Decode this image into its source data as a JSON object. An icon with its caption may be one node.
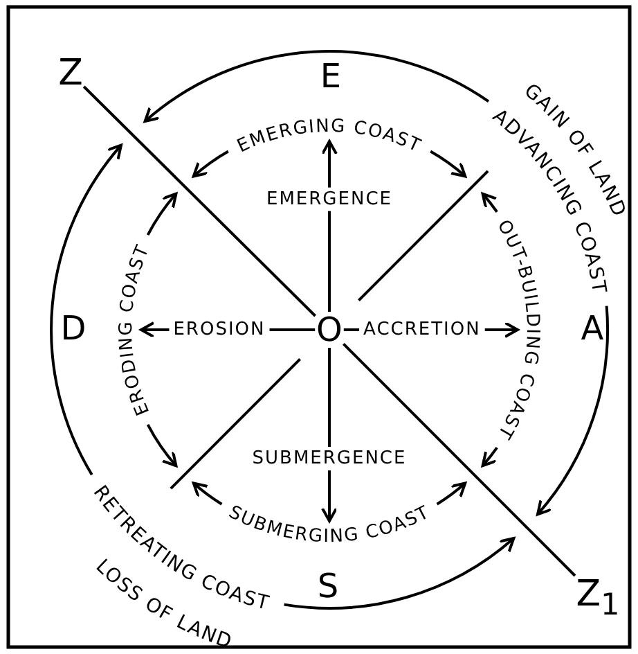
{
  "diagram": {
    "nodes": [
      {
        "text": [
          "Z"
        ]
      },
      {
        "text": [
          "EMERGING COAST"
        ]
      },
      {
        "text": [
          "O"
        ]
      },
      {
        "text": [
          "ERODING COAST"
        ]
      },
      {
        "text": [
          "OUT-BUILDING COAST"
        ]
      },
      {
        "text": [
          "SUBMERGING COAST"
        ]
      },
      {
        "text": [
          "Z$_{1}$"
        ]
      },
      {
        "text": [
          "ADVANCING COAST"
        ]
      },
      {
        "text": [
          "RETREATING COAST"
        ]
      },
      {
        "text": [],
        "shape": "bar"
      },
      {
        "text": [],
        "shape": "bar"
      }
    ],
    "edges": [
      {
        "from": 0,
        "to": 2,
        "arrow": "none"
      },
      {
        "from": 2,
        "to": 6,
        "arrow": "none"
      },
      {
        "from": 2,
        "to": 1,
        "arrow": "to",
        "label": "EMERGENCE"
      },
      {
        "from": 2,
        "to": 3,
        "arrow": "to",
        "label": "EROSION"
      },
      {
        "from": 2,
        "to": 4,
        "arrow": "to",
        "label": "ACCRETION"
      },
      {
        "from": 2,
        "to": 5,
        "arrow": "to",
        "label": "SUBMERGENCE"
      },
      {
        "from": 1,
        "to": null,
        "arrow": "to"
      },
      {
        "from": 1,
        "to": 9,
        "arrow": "to"
      },
      {
        "from": 3,
        "to": 10,
        "arrow": "to"
      },
      {
        "from": 3,
        "to": null,
        "arrow": "to"
      },
      {
        "from": 4,
        "to": 9,
        "arrow": "to"
      },
      {
        "from": 4,
        "to": null,
        "arrow": "to"
      },
      {
        "from": 5,
        "to": null,
        "arrow": "to"
      },
      {
        "from": 5,
        "to": 10,
        "arrow": "to"
      },
      {
        "from": 7,
        "to": null,
        "arrow": "to"
      },
      {
        "from": 7,
        "to": null,
        "arrow": "to"
      },
      {
        "from": 8,
        "to": null,
        "arrow": "to"
      },
      {
        "from": 8,
        "to": null,
        "arrow": "to"
      }
    ],
    "labels": [
      "E",
      "GAIN OF LAND",
      "D",
      "A",
      "LOSS OF LAND",
      "S"
    ]
  }
}
